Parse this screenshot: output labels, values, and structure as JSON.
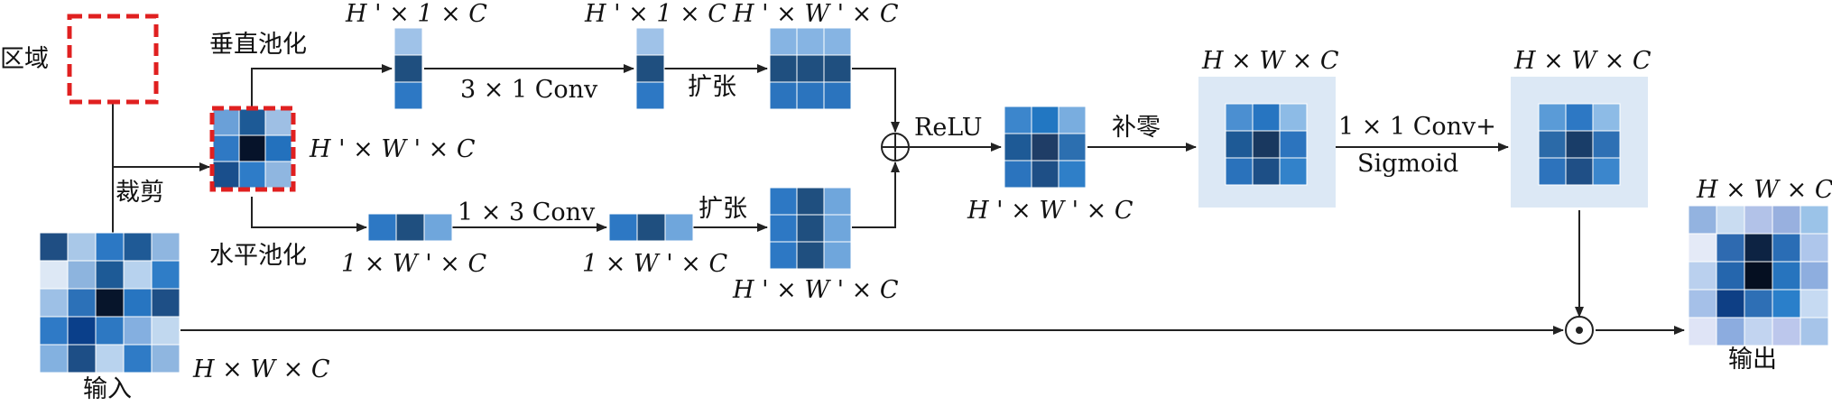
{
  "labels": {
    "region": "区域",
    "crop": "裁剪",
    "input": "输入",
    "output": "输出",
    "vertical_pool": "垂直池化",
    "horizontal_pool": "水平池化",
    "expand_top": "扩张",
    "expand_bottom": "扩张",
    "pad_zero": "补零",
    "relu": "ReLU",
    "conv_3x1": "3 × 1 Conv",
    "conv_1x3": "1 × 3 Conv",
    "conv_1x1": "1 × 1 Conv+",
    "sigmoid": "Sigmoid",
    "dim_H1C_a": "H ' × 1 × C",
    "dim_H1C_b": "H ' × 1 × C",
    "dim_HWC_prime_top": "H ' × W ' × C",
    "dim_crop": "H ' × W ' × C",
    "dim_1WC_a": "1 × W ' × C",
    "dim_1WC_b": "1 × W ' × C",
    "dim_HWC_prime_bottom": "H ' × W ' × C",
    "dim_relu": "H ' × W ' × C",
    "dim_pad": "H × W × C",
    "dim_sigmoid": "H × W × C",
    "dim_input": "H × W × C",
    "dim_output": "H × W × C"
  },
  "colors": {
    "region_border": "#e02020",
    "pad_background": "#dce8f5",
    "line": "#222222"
  },
  "grids": {
    "input": [
      [
        "#1f4e83",
        "#a9c8e8",
        "#2c78c4",
        "#1f5a96",
        "#8fb6e0"
      ],
      [
        "#dde8f5",
        "#8db4de",
        "#1d5a96",
        "#b7d2ee",
        "#2f7dc7"
      ],
      [
        "#9dc0e6",
        "#2c71b8",
        "#07152b",
        "#2775c1",
        "#1e4f86"
      ],
      [
        "#2f7ac6",
        "#0a3f8a",
        "#2d78c2",
        "#84afe0",
        "#c1d8ef"
      ],
      [
        "#83b1e0",
        "#1d4e86",
        "#b9d3ee",
        "#2f7bc6",
        "#8fb6e0"
      ]
    ],
    "crop": [
      [
        "#6aa0d8",
        "#1d5a96",
        "#9ebfe4"
      ],
      [
        "#2f79c4",
        "#06132a",
        "#2371bd"
      ],
      [
        "#1a4f8c",
        "#2e7cc8",
        "#8fb6e0"
      ]
    ],
    "vpool_a": [
      "#9fc2e8",
      "#1f4f7f",
      "#2d78c4"
    ],
    "vpool_b": [
      "#9fc2e8",
      "#1f4f7f",
      "#2d78c4"
    ],
    "hpool_a": [
      "#2d78c4",
      "#1f4f7f",
      "#6fa6dc"
    ],
    "hpool_b": [
      "#2d78c4",
      "#1f4f7f",
      "#6fa6dc"
    ],
    "expand_top": [
      [
        "#86b4e3",
        "#86b4e3",
        "#86b4e3"
      ],
      [
        "#1f4f7f",
        "#1f4f7f",
        "#1f4f7f"
      ],
      [
        "#2b74be",
        "#2b74be",
        "#2b74be"
      ]
    ],
    "expand_bottom": [
      [
        "#2d78c4",
        "#1f4f7f",
        "#6fa6dc"
      ],
      [
        "#2d78c4",
        "#1f4f7f",
        "#6fa6dc"
      ],
      [
        "#2d78c4",
        "#1f4f7f",
        "#6fa6dc"
      ]
    ],
    "relu": [
      [
        "#3c86cc",
        "#2277c2",
        "#79addf"
      ],
      [
        "#1e5a96",
        "#1f3d66",
        "#2c6fb0"
      ],
      [
        "#2b74be",
        "#1e4f86",
        "#2f7fc8"
      ]
    ],
    "pad_inner": [
      [
        "#4b8fd1",
        "#2775c1",
        "#8dbbe6"
      ],
      [
        "#1e5a96",
        "#19385f",
        "#2c74be"
      ],
      [
        "#2a72bb",
        "#1d4f86",
        "#3282ca"
      ]
    ],
    "sig_inner": [
      [
        "#5a9bd7",
        "#2d78c4",
        "#8dbbe6"
      ],
      [
        "#2b6aa8",
        "#193d68",
        "#2e70b4"
      ],
      [
        "#2d73bc",
        "#1f4f86",
        "#3b86cc"
      ]
    ],
    "output": [
      [
        "#93b3e0",
        "#c9dcf1",
        "#b2c2e8",
        "#98b0df",
        "#9bc3e8"
      ],
      [
        "#e4eaf7",
        "#2e6ab0",
        "#0d2343",
        "#2a6db5",
        "#aec6eb"
      ],
      [
        "#bad0ee",
        "#2566ad",
        "#050f21",
        "#2774be",
        "#8eaedf"
      ],
      [
        "#a5c0e8",
        "#0e3f85",
        "#2e6fb5",
        "#2a7fca",
        "#c6daf2"
      ],
      [
        "#dfe4f6",
        "#8cacdf",
        "#c2d4f0",
        "#bcc7ec",
        "#a6c4e9"
      ]
    ]
  }
}
